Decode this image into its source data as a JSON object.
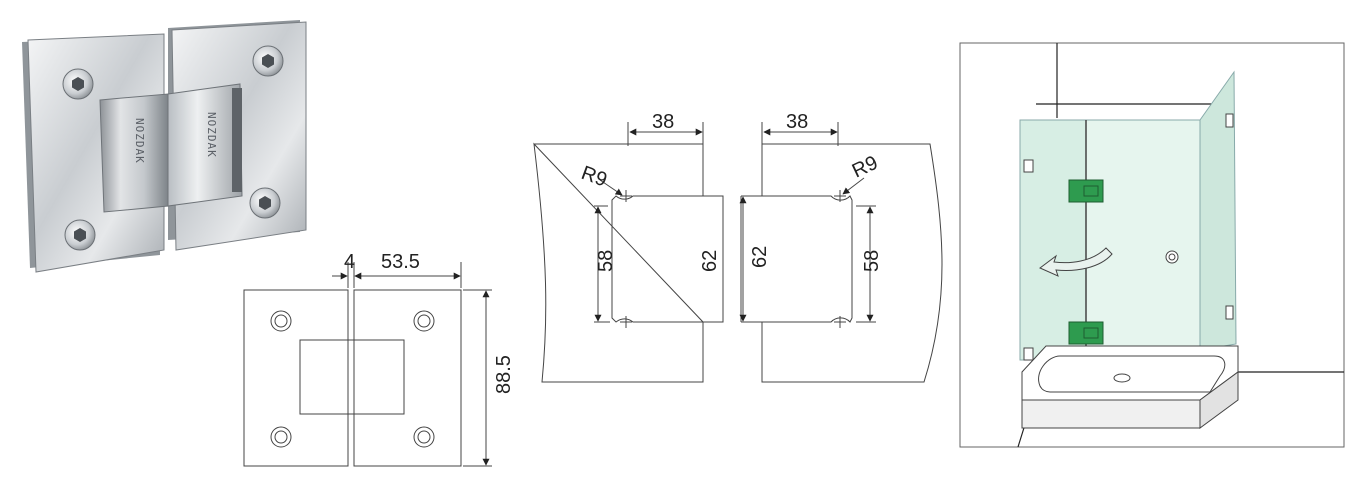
{
  "hinge_photo": {
    "stamp_left": "NOZDAK",
    "stamp_right": "NOZDAK"
  },
  "front_view": {
    "gap_label": "4",
    "width_label": "53.5",
    "height_label": "88.5"
  },
  "cutout_drawing": {
    "left_width_label": "38",
    "right_width_label": "38",
    "left_radius_label": "R9",
    "right_radius_label": "R9",
    "left_inner_height_label": "58",
    "left_outer_height_label": "62",
    "right_outer_height_label": "62",
    "right_inner_height_label": "58"
  },
  "installation": {
    "hinge_color": "#2e9b4f",
    "glass_color": "#cfe9de"
  }
}
